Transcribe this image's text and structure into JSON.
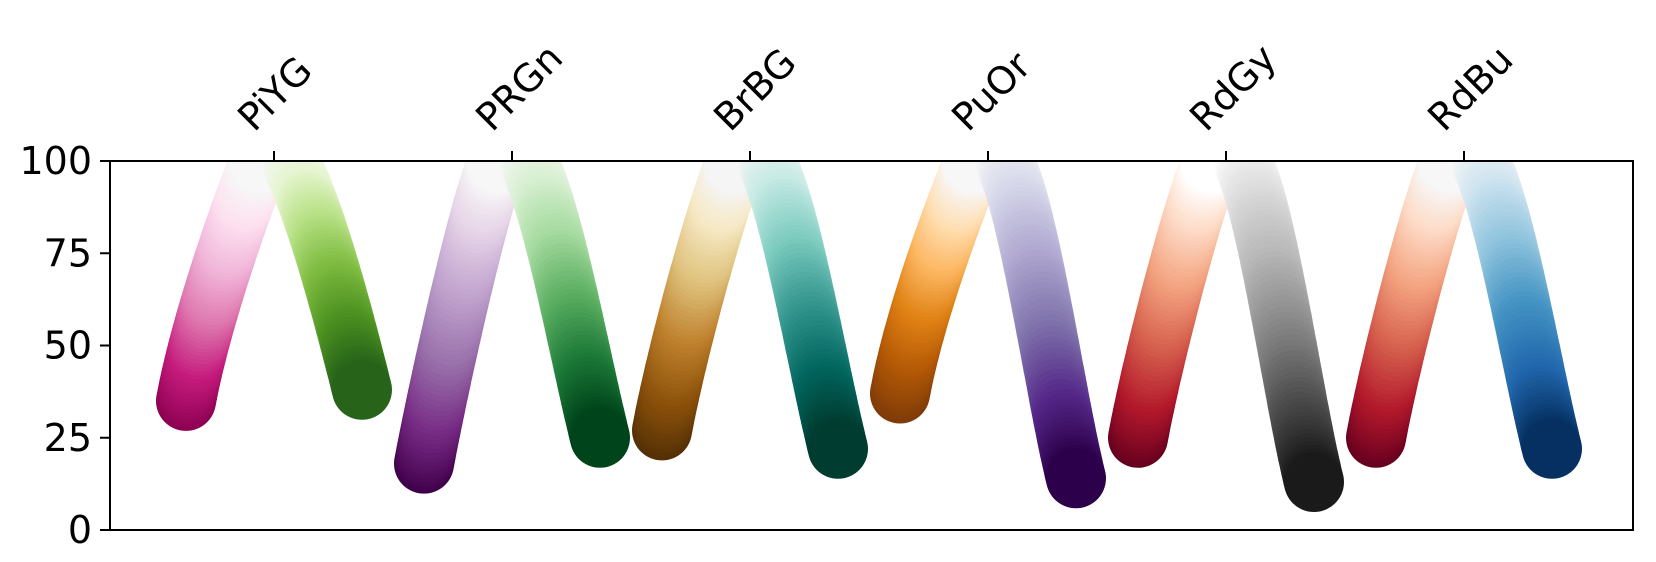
{
  "chart_data": {
    "type": "scatter",
    "title": "",
    "xlabel": "",
    "ylabel": "",
    "ylim": [
      0,
      100
    ],
    "yticks": [
      0,
      25,
      50,
      75,
      100
    ],
    "grid": false,
    "legend": "none",
    "xaxis_position": "top",
    "categories": [
      "PiYG",
      "PRGn",
      "BrBG",
      "PuOr",
      "RdGy",
      "RdBu"
    ],
    "series": [
      {
        "category": "PiYG",
        "left_end": 35,
        "right_end": 38,
        "left_colors": [
          "#8e0152",
          "#c51b7d",
          "#de77ae",
          "#f1b6da",
          "#fde0ef",
          "#f7f7f7"
        ],
        "right_colors": [
          "#f7f7f7",
          "#e6f5d0",
          "#b8e186",
          "#7fbc41",
          "#4d9221",
          "#276419"
        ]
      },
      {
        "category": "PRGn",
        "left_end": 18,
        "right_end": 25,
        "left_colors": [
          "#40004b",
          "#762a83",
          "#9970ab",
          "#c2a5cf",
          "#e7d4e8",
          "#f7f7f7"
        ],
        "right_colors": [
          "#f7f7f7",
          "#d9f0d3",
          "#a6dba0",
          "#5aae61",
          "#1b7837",
          "#00441b"
        ]
      },
      {
        "category": "BrBG",
        "left_end": 27,
        "right_end": 22,
        "left_colors": [
          "#543005",
          "#8c510a",
          "#bf812d",
          "#dfc27d",
          "#f6e8c3",
          "#f5f5f5"
        ],
        "right_colors": [
          "#f5f5f5",
          "#c7eae5",
          "#80cdc1",
          "#35978f",
          "#01665e",
          "#003c30"
        ]
      },
      {
        "category": "PuOr",
        "left_end": 37,
        "right_end": 14,
        "left_colors": [
          "#7f3b08",
          "#b35806",
          "#e08214",
          "#fdb863",
          "#fee0b6",
          "#f7f7f7"
        ],
        "right_colors": [
          "#f7f7f7",
          "#d8daeb",
          "#b2abd2",
          "#8073ac",
          "#542788",
          "#2d004b"
        ]
      },
      {
        "category": "RdGy",
        "left_end": 25,
        "right_end": 13,
        "left_colors": [
          "#67001f",
          "#b2182b",
          "#d6604d",
          "#f4a582",
          "#fddbc7",
          "#ffffff"
        ],
        "right_colors": [
          "#ffffff",
          "#e0e0e0",
          "#bababa",
          "#878787",
          "#4d4d4d",
          "#1a1a1a"
        ]
      },
      {
        "category": "RdBu",
        "left_end": 25,
        "right_end": 22,
        "left_colors": [
          "#67001f",
          "#b2182b",
          "#d6604d",
          "#f4a582",
          "#fddbc7",
          "#f7f7f7"
        ],
        "right_colors": [
          "#f7f7f7",
          "#d1e5f0",
          "#92c5de",
          "#4393c3",
          "#2166ac",
          "#053061"
        ]
      }
    ]
  }
}
